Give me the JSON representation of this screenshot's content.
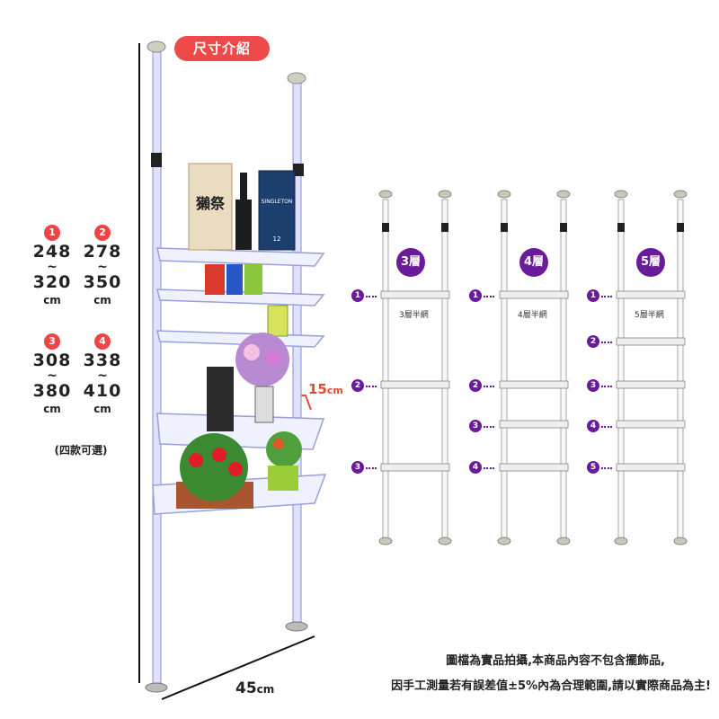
{
  "title_tag": "尺寸介紹",
  "heights": [
    {
      "num": "1",
      "top": "248",
      "tilde": "~",
      "bottom": "320",
      "unit": "cm"
    },
    {
      "num": "2",
      "top": "278",
      "tilde": "~",
      "bottom": "350",
      "unit": "cm"
    },
    {
      "num": "3",
      "top": "308",
      "tilde": "~",
      "bottom": "380",
      "unit": "cm"
    },
    {
      "num": "4",
      "top": "338",
      "tilde": "~",
      "bottom": "410",
      "unit": "cm"
    }
  ],
  "options_note": "(四款可選)",
  "width_dim": {
    "value": "45",
    "unit": "cm"
  },
  "depth_dim": {
    "value": "15",
    "unit": "cm"
  },
  "models": [
    {
      "badge": "3層",
      "net_label": "3層半網",
      "markers": [
        "1",
        "2",
        "3"
      ]
    },
    {
      "badge": "4層",
      "net_label": "4層半網",
      "markers": [
        "1",
        "2",
        "3",
        "4"
      ]
    },
    {
      "badge": "5層",
      "net_label": "5層半網",
      "markers": [
        "1",
        "2",
        "3",
        "4",
        "5"
      ]
    }
  ],
  "disclaimer": {
    "line1": "圖檔為實品拍攝,本商品內容不包含擺飾品,",
    "line2": "因手工測量若有誤差值±5%內為合理範圍,請以實際商品為主!"
  },
  "photo_labels": {
    "whisky_label": "SINGLETON",
    "whisky_age": "12",
    "box_text": "獺祭"
  },
  "colors": {
    "accent_red": "#ef4a4a",
    "badge_purple": "#6a1b9a",
    "rack_blue": "#d8dcff"
  }
}
